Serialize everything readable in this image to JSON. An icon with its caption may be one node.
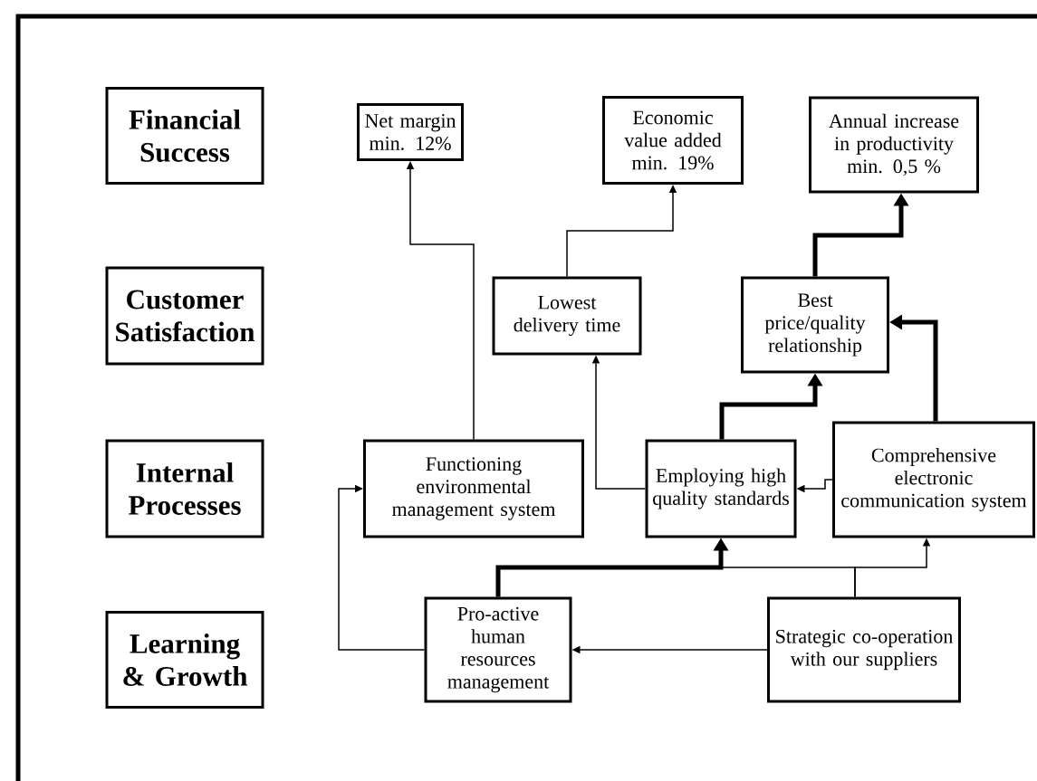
{
  "diagram": {
    "nodes": [
      {
        "text": [
          "Financial Success"
        ]
      },
      {
        "text": [
          "Customer Satisfaction"
        ]
      },
      {
        "text": [
          "Internal Processes"
        ]
      },
      {
        "text": [
          "Learning & Growth"
        ]
      },
      {
        "text": [
          "Net margin min. 12%"
        ]
      },
      {
        "text": [
          "Economic value added min. 19%"
        ]
      },
      {
        "text": [
          "Annual increase in productivity min. 0,5 %"
        ]
      },
      {
        "text": [
          "Lowest delivery time"
        ]
      },
      {
        "text": [
          "Best price/quality relationship"
        ]
      },
      {
        "text": [
          "Functioning environmental management system"
        ]
      },
      {
        "text": [
          "Employing high quality standards"
        ]
      },
      {
        "text": [
          "Comprehensive electronic communication system"
        ]
      },
      {
        "text": [
          "Pro-active human resources management"
        ]
      },
      {
        "text": [
          "Strategic co-operation with our suppliers"
        ]
      }
    ],
    "edges": [
      {
        "from": 9,
        "to": 4,
        "arrow": "to"
      },
      {
        "from": 7,
        "to": 5,
        "arrow": "to"
      },
      {
        "from": 10,
        "to": 7,
        "arrow": "to"
      },
      {
        "from": 10,
        "to": 8,
        "arrow": "to",
        "style": "thick"
      },
      {
        "from": 8,
        "to": 6,
        "arrow": "to",
        "style": "thick"
      },
      {
        "from": 11,
        "to": 8,
        "arrow": "to",
        "style": "thick"
      },
      {
        "from": 11,
        "to": 10,
        "arrow": "to"
      },
      {
        "from": 12,
        "to": 10,
        "arrow": "to",
        "style": "thick"
      },
      {
        "from": 13,
        "to": 10,
        "arrow": "to"
      },
      {
        "from": 13,
        "to": 11,
        "arrow": "to"
      },
      {
        "from": 13,
        "to": 12,
        "arrow": "to"
      },
      {
        "from": 12,
        "to": 9,
        "arrow": "to"
      }
    ]
  }
}
